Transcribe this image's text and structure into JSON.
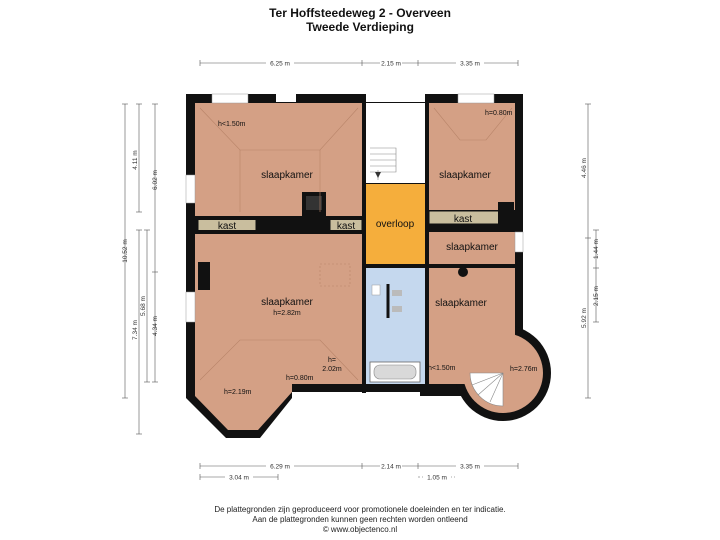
{
  "header": {
    "title": "Ter Hoffsteedeweg 2 - Overveen",
    "subtitle": "Tweede Verdieping"
  },
  "rooms": {
    "slaapkamer_tl": "slaapkamer",
    "slaapkamer_tr": "slaapkamer",
    "slaapkamer_mr": "slaapkamer",
    "slaapkamer_l": "slaapkamer",
    "slaapkamer_br": "slaapkamer",
    "kast_l": "kast",
    "kast_m": "kast",
    "kast_r": "kast",
    "overloop": "overloop"
  },
  "heights": {
    "h_tl": "h<1.50m",
    "h_tr": "h=0.80m",
    "h_l": "h=2.82m",
    "h_bl_219": "h=2.19m",
    "h_bl_080": "h=0.80m",
    "h_mid_1": "h=",
    "h_mid_2": "2.02m",
    "h_br": "h<1.50m",
    "h_tower": "h=2.76m"
  },
  "dimensions": {
    "top_1": "6.25 m",
    "top_2": "2.15 m",
    "top_3": "3.35 m",
    "bot_1": "6.29 m",
    "bot_2": "2.14 m",
    "bot_3": "3.35 m",
    "bot_4": "3.04 m",
    "bot_5": "1.05 m",
    "left_1": "4.11 m",
    "left_2": "6.02 m",
    "left_3": "10.52 m",
    "left_4": "7.34 m",
    "left_5": "5.68 m",
    "left_6": "4.34 m",
    "right_1": "4.46 m",
    "right_2": "1.44 m",
    "right_3": "2.15 m",
    "right_4": "5.92 m"
  },
  "footer": {
    "line1": "De plattegronden zijn geproduceerd voor promotionele doeleinden en ter indicatie.",
    "line2": "Aan de plattegronden kunnen geen rechten worden ontleend",
    "line3": "© www.objectenco.nl"
  },
  "colors": {
    "room": "#D4A085",
    "wall": "#111111",
    "overloop": "#F5AE3C",
    "bath": "#C5D8EE",
    "kast": "#C9BE9E",
    "dim_line": "#555555"
  }
}
